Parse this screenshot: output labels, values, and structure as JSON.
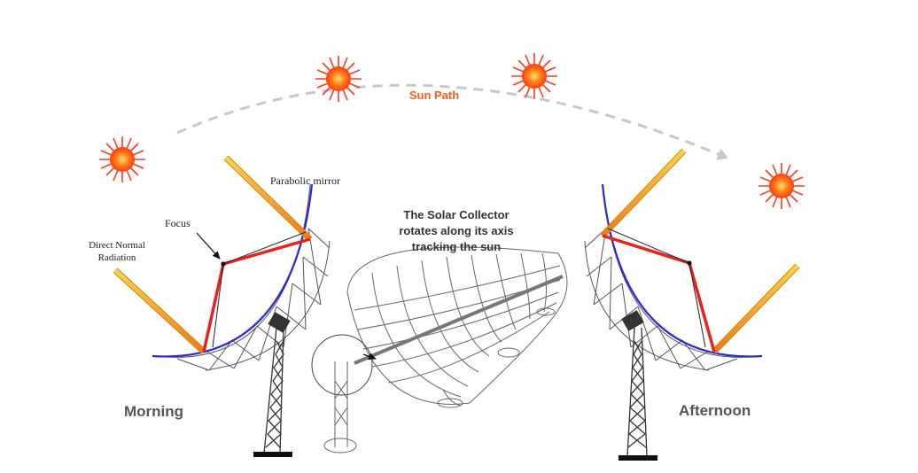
{
  "labels": {
    "sun_path": "Sun Path",
    "parabolic_mirror": "Parabolic mirror",
    "focus": "Focus",
    "direct_normal_radiation_line1": "Direct Normal",
    "direct_normal_radiation_line2": "Radiation",
    "collector_line1": "The Solar Collector",
    "collector_line2": "rotates along its axis",
    "collector_line3": "tracking the sun",
    "morning": "Morning",
    "afternoon": "Afternoon"
  },
  "colors": {
    "sun_core": "#ff6a00",
    "sun_glow": "#ffd27a",
    "sun_rays": "#ff3b1f",
    "sun_path_text": "#ff5a1f",
    "sun_path_arrow": "#c8c8c8",
    "mirror_curve": "#2a2ad6",
    "reflected_ray": "#e8231c",
    "incoming_ray": "#f5a623",
    "frame": "#555555",
    "text": "#333333"
  },
  "icons": {
    "sun": "sun-icon",
    "tower": "lattice-tower-icon",
    "collector": "parabolic-trough-collector-icon"
  }
}
